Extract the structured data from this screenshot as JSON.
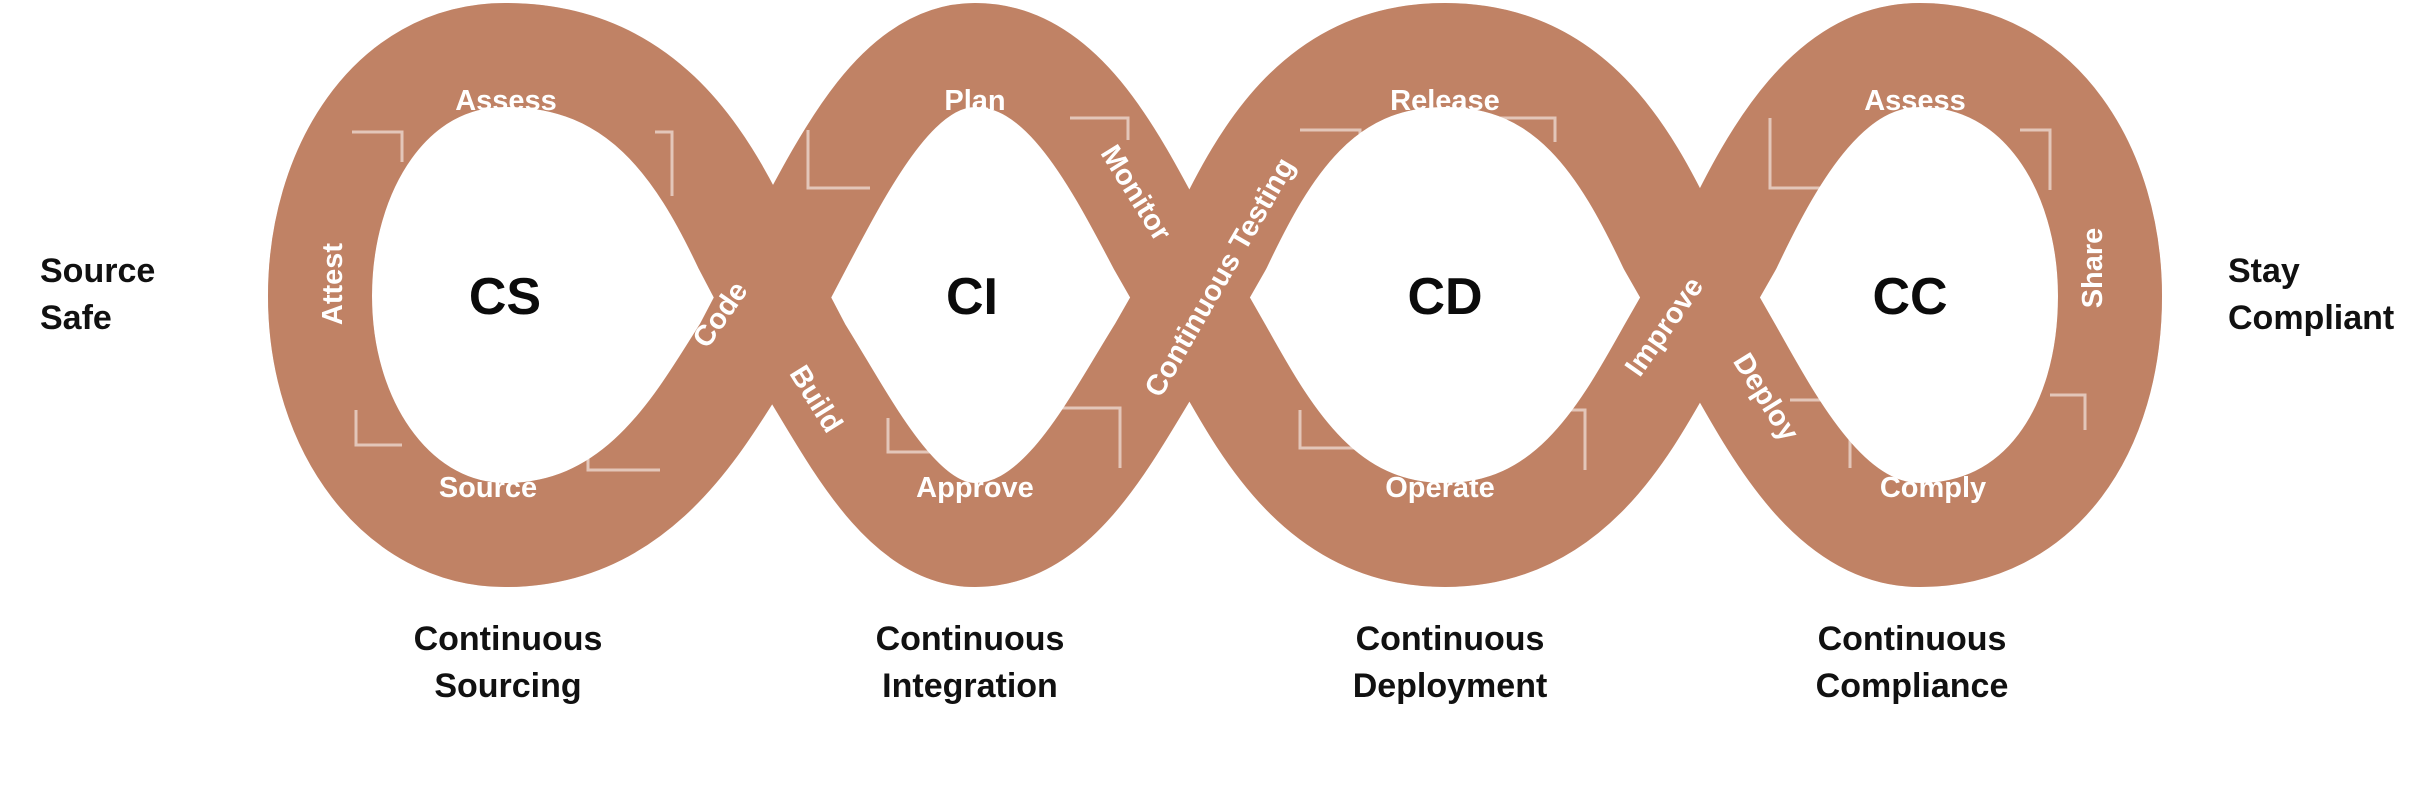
{
  "left_label": {
    "line1": "Source",
    "line2": "Safe"
  },
  "right_label": {
    "line1": "Stay",
    "line2": "Compliant"
  },
  "colors": {
    "cs": "#f0a02c",
    "ci": "#d9694a",
    "cd": "#b24a86",
    "cc": "#6233b5"
  },
  "loops": [
    {
      "hub": "CS",
      "stage_line1": "Continuous",
      "stage_line2": "Sourcing"
    },
    {
      "hub": "CI",
      "stage_line1": "Continuous",
      "stage_line2": "Integration"
    },
    {
      "hub": "CD",
      "stage_line1": "Continuous",
      "stage_line2": "Deployment"
    },
    {
      "hub": "CC",
      "stage_line1": "Continuous",
      "stage_line2": "Compliance"
    }
  ],
  "steps": {
    "cs_top": "Assess",
    "cs_left": "Attest",
    "cs_bottom": "Source",
    "cross1_up": "Code",
    "cross1_down": "Build",
    "ci_top": "Plan",
    "ci_bottom": "Approve",
    "cross2_down": "Monitor",
    "cross2_up": "Continuous Testing",
    "cd_top": "Release",
    "cd_bottom": "Operate",
    "cross3_up": "Improve",
    "cross3_down": "Deploy",
    "cc_top": "Assess",
    "cc_right": "Share",
    "cc_bottom": "Comply"
  }
}
